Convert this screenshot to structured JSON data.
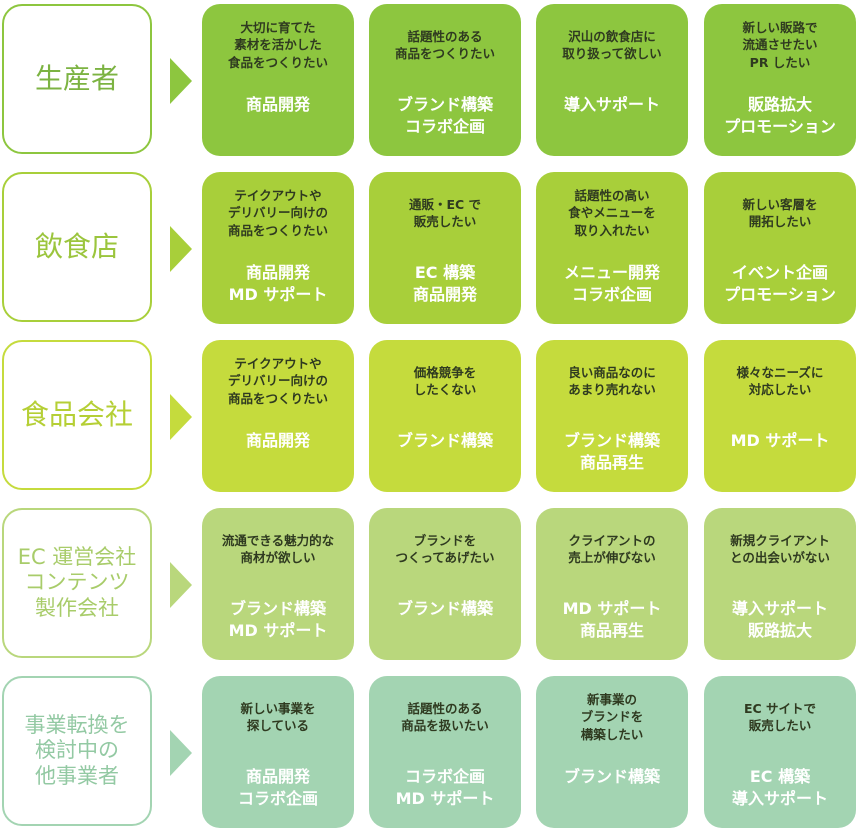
{
  "rows": [
    {
      "label": "生産者",
      "accent": "#8dc63f",
      "label_color": "#7cb342",
      "cards": [
        {
          "need": "大切に育てた\n素材を活かした\n食品をつくりたい",
          "solution": "商品開発"
        },
        {
          "need": "話題性のある\n商品をつくりたい",
          "solution": "ブランド構築\nコラボ企画"
        },
        {
          "need": "沢山の飲食店に\n取り扱って欲しい",
          "solution": "導入サポート"
        },
        {
          "need": "新しい販路で\n流通させたい\nPR したい",
          "solution": "販路拡大\nプロモーション"
        }
      ]
    },
    {
      "label": "飲食店",
      "accent": "#a8cf3a",
      "label_color": "#9bc53d",
      "cards": [
        {
          "need": "テイクアウトや\nデリバリー向けの\n商品をつくりたい",
          "solution": "商品開発\nMD サポート"
        },
        {
          "need": "通販・EC で\n販売したい",
          "solution": "EC 構築\n商品開発"
        },
        {
          "need": "話題性の高い\n食やメニューを\n取り入れたい",
          "solution": "メニュー開発\nコラボ企画"
        },
        {
          "need": "新しい客層を\n開拓したい",
          "solution": "イベント企画\nプロモーション"
        }
      ]
    },
    {
      "label": "食品会社",
      "accent": "#c5db3d",
      "label_color": "#b5cf35",
      "cards": [
        {
          "need": "テイクアウトや\nデリバリー向けの\n商品をつくりたい",
          "solution": "商品開発"
        },
        {
          "need": "価格競争を\nしたくない",
          "solution": "ブランド構築"
        },
        {
          "need": "良い商品なのに\nあまり売れない",
          "solution": "ブランド構築\n商品再生"
        },
        {
          "need": "様々なニーズに\n対応したい",
          "solution": "MD サポート"
        }
      ]
    },
    {
      "label": "EC 運営会社\nコンテンツ\n製作会社",
      "accent": "#b9d77c",
      "label_color": "#a8cc6a",
      "cards": [
        {
          "need": "流通できる魅力的な\n商材が欲しい",
          "solution": "ブランド構築\nMD サポート"
        },
        {
          "need": "ブランドを\nつくってあげたい",
          "solution": "ブランド構築"
        },
        {
          "need": "クライアントの\n売上が伸びない",
          "solution": "MD サポート\n商品再生"
        },
        {
          "need": "新規クライアント\nとの出会いがない",
          "solution": "導入サポート\n販路拡大"
        }
      ]
    },
    {
      "label": "事業転換を\n検討中の\n他事業者",
      "accent": "#a3d4b2",
      "label_color": "#93c9a3",
      "cards": [
        {
          "need": "新しい事業を\n探している",
          "solution": "商品開発\nコラボ企画"
        },
        {
          "need": "話題性のある\n商品を扱いたい",
          "solution": "コラボ企画\nMD サポート"
        },
        {
          "need": "新事業の\nブランドを\n構築したい",
          "solution": "ブランド構築"
        },
        {
          "need": "EC サイトで\n販売したい",
          "solution": "EC 構築\n導入サポート"
        }
      ]
    }
  ]
}
